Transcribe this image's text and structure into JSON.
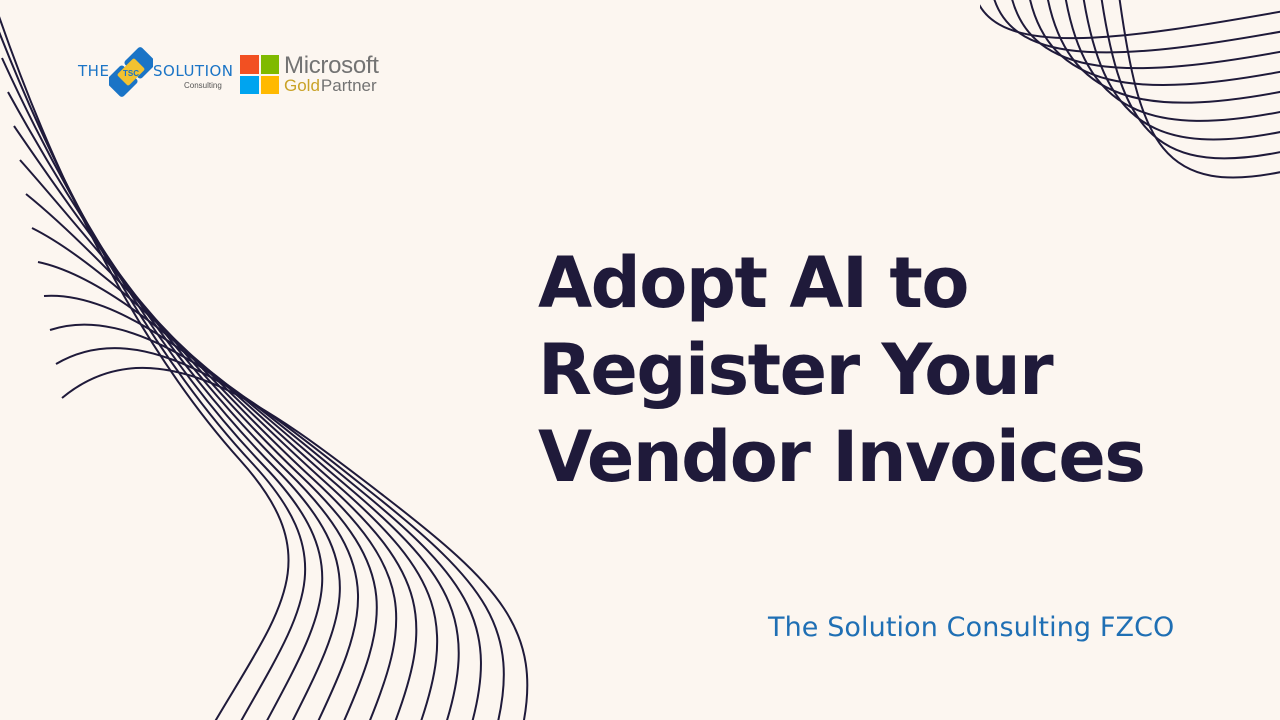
{
  "logos": {
    "company_logo": {
      "the": "THE",
      "emblem": "TSC",
      "solution": "SOLUTION",
      "consulting": "Consulting"
    },
    "partner_logo": {
      "brand": "Microsoft",
      "tier": "Gold",
      "program": "Partner"
    }
  },
  "headline": {
    "line1": "Adopt AI to",
    "line2": "Register Your",
    "line3": "Vendor Invoices"
  },
  "footer": {
    "company": "The Solution Consulting FZCO"
  },
  "colors": {
    "background": "#fcf6f0",
    "headline": "#1f1a3a",
    "accent_blue": "#1f6fb4",
    "line_art": "#1f1a3a"
  }
}
